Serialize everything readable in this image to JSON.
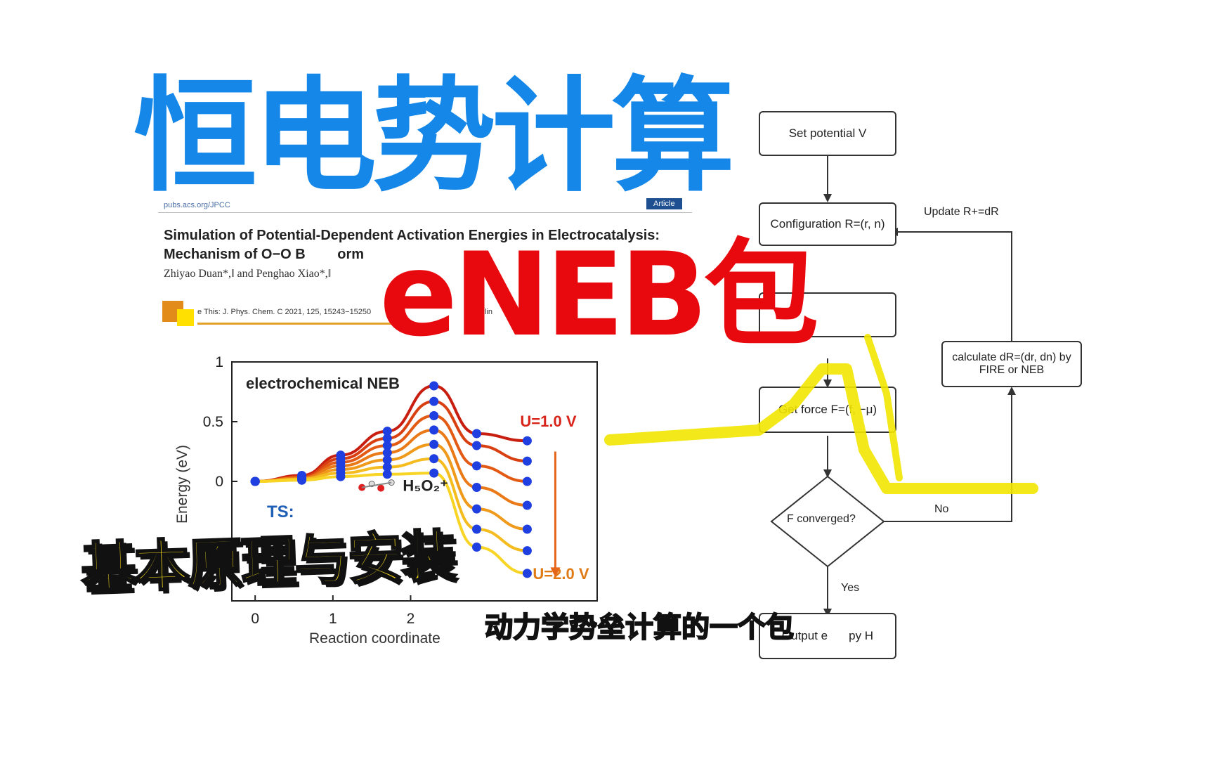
{
  "overlay": {
    "title_cn": "恒电势计算",
    "title_en": "eNEB包",
    "subtitle_cn": "基本原理与安装",
    "caption_cn": "动力学势垒计算的一个包",
    "colors": {
      "title_blue": "#1487e8",
      "title_red": "#e8090e",
      "subtitle_yellow": "#ffe21a",
      "highlight": "#f2e600"
    }
  },
  "paper": {
    "url": "pubs.acs.org/JPCC",
    "badge": "Article",
    "title": "Simulation of Potential-Dependent Activation Energies in Electrocatalysis: Mechanism of O−O B",
    "title_tail": "orm",
    "authors": "Zhiyao Duan*,‖ and Penghao Xiao*,‖",
    "cite": "e This: J. Phys. Chem. C 2021, 125, 15243−15250",
    "cite_tail": "lin"
  },
  "flowchart": {
    "set_potential": "Set potential V",
    "configuration": "Configuration R=(r, n)",
    "get_force": "Get force F=(f, −μ)",
    "converged": "F converged?",
    "calculate": "calculate dR=(dr, dn) by FIRE or NEB",
    "output": "Output e",
    "output_tail": "py H",
    "update": "Update R+=dR",
    "no": "No",
    "yes": "Yes"
  },
  "chart_data": {
    "type": "line",
    "annotation_title": "electrochemical NEB",
    "xlabel": "Reaction coordinate",
    "ylabel": "Energy (eV)",
    "xlim": [
      -0.3,
      4.4
    ],
    "ylim": [
      -1.0,
      1.0
    ],
    "xticks": [
      "0",
      "1",
      "2"
    ],
    "yticks": [
      "1",
      "0.5",
      "0"
    ],
    "u_top_label": "U=1.0 V",
    "u_bottom_label": "U=2.0 V",
    "molecule_label": "H₅O₂⁺",
    "ts_label": "TS:",
    "x": [
      0,
      0.6,
      1.1,
      1.7,
      2.3,
      2.85,
      3.5
    ],
    "series": [
      {
        "values": [
          0,
          0.05,
          0.22,
          0.42,
          0.8,
          0.4,
          0.34
        ],
        "color": "#c81e10"
      },
      {
        "values": [
          0,
          0.04,
          0.19,
          0.36,
          0.67,
          0.3,
          0.17
        ],
        "color": "#d84012"
      },
      {
        "values": [
          0,
          0.03,
          0.16,
          0.3,
          0.55,
          0.13,
          0.0
        ],
        "color": "#e25a14"
      },
      {
        "values": [
          0,
          0.03,
          0.13,
          0.24,
          0.43,
          -0.05,
          -0.2
        ],
        "color": "#ea7a18"
      },
      {
        "values": [
          0,
          0.02,
          0.1,
          0.18,
          0.31,
          -0.23,
          -0.4
        ],
        "color": "#f09a1c"
      },
      {
        "values": [
          0,
          0.02,
          0.07,
          0.12,
          0.19,
          -0.4,
          -0.58
        ],
        "color": "#f5bc20"
      },
      {
        "values": [
          0,
          0.01,
          0.04,
          0.06,
          0.07,
          -0.55,
          -0.77
        ],
        "color": "#f8d424"
      }
    ]
  }
}
